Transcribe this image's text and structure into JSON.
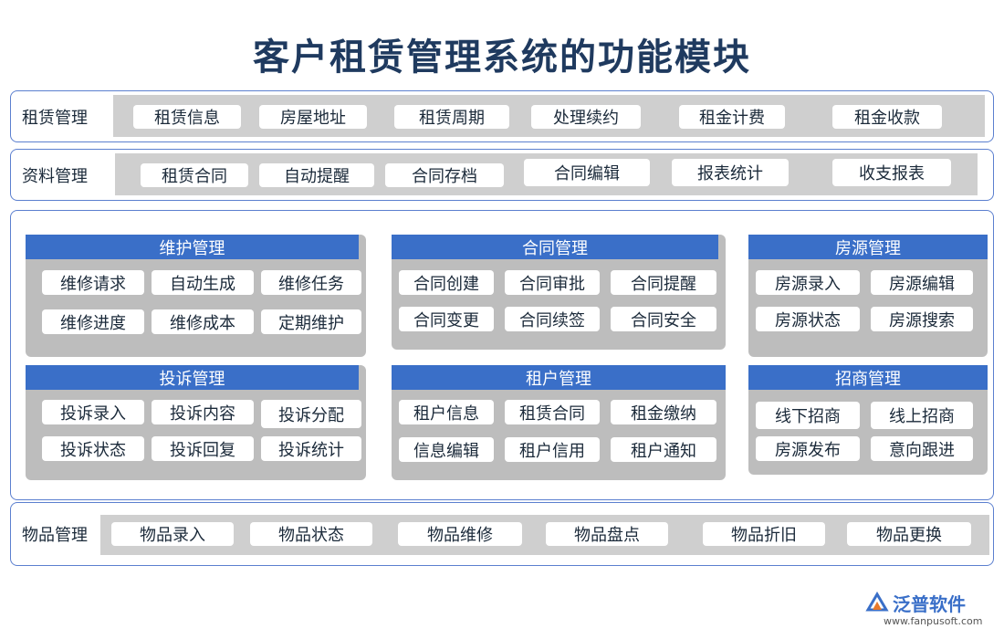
{
  "title": "客户租赁管理系统的功能模块",
  "rows": {
    "rental": {
      "label": "租赁管理",
      "items": [
        "租赁信息",
        "房屋地址",
        "租赁周期",
        "处理续约",
        "租金计费",
        "租金收款"
      ]
    },
    "data": {
      "label": "资料管理",
      "items": [
        "租赁合同",
        "自动提醒",
        "合同存档",
        "合同编辑",
        "报表统计",
        "收支报表"
      ]
    },
    "goods": {
      "label": "物品管理",
      "items": [
        "物品录入",
        "物品状态",
        "物品维修",
        "物品盘点",
        "物品折旧",
        "物品更换"
      ]
    }
  },
  "modules": {
    "maintenance": {
      "title": "维护管理",
      "items": [
        "维修请求",
        "自动生成",
        "维修任务",
        "维修进度",
        "维修成本",
        "定期维护"
      ]
    },
    "contract": {
      "title": "合同管理",
      "items": [
        "合同创建",
        "合同审批",
        "合同提醒",
        "合同变更",
        "合同续签",
        "合同安全"
      ]
    },
    "housing": {
      "title": "房源管理",
      "items": [
        "房源录入",
        "房源编辑",
        "房源状态",
        "房源搜索"
      ]
    },
    "complaint": {
      "title": "投诉管理",
      "items": [
        "投诉录入",
        "投诉内容",
        "投诉分配",
        "投诉状态",
        "投诉回复",
        "投诉统计"
      ]
    },
    "tenant": {
      "title": "租户管理",
      "items": [
        "租户信息",
        "租赁合同",
        "租金缴纳",
        "信息编辑",
        "租户信用",
        "租户通知"
      ]
    },
    "investment": {
      "title": "招商管理",
      "items": [
        "线下招商",
        "线上招商",
        "房源发布",
        "意向跟进"
      ]
    }
  },
  "logo": {
    "text": "泛普软件",
    "url": "www.fanpusoft.com"
  },
  "colors": {
    "accent": "#3a6fc8",
    "border": "#5b7fcf",
    "panel": "#bdbdbd",
    "strip": "#cfcfcf"
  }
}
